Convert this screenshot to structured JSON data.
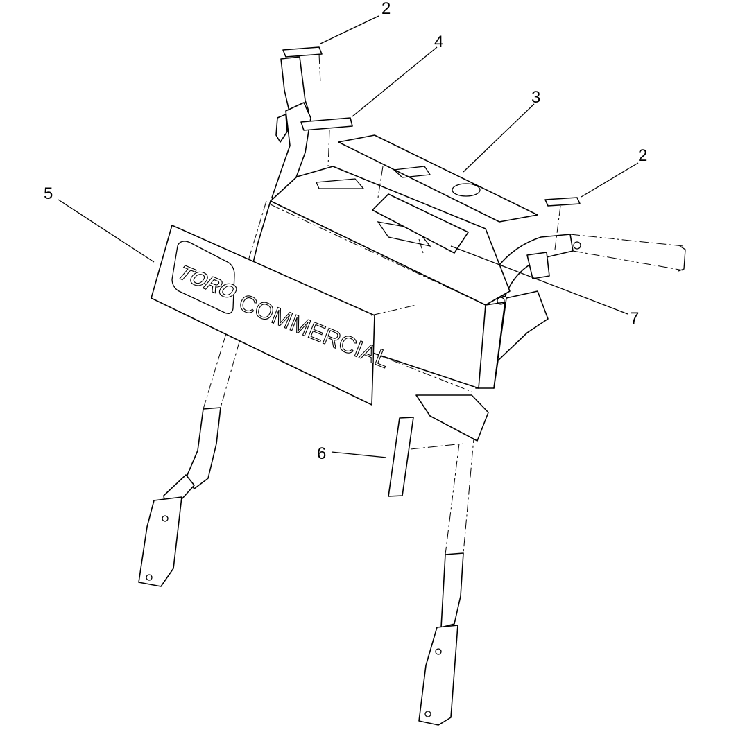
{
  "callouts": [
    {
      "id": "2",
      "label": "2"
    },
    {
      "id": "4",
      "label": "4"
    },
    {
      "id": "3",
      "label": "3"
    },
    {
      "id": "2b",
      "label": "2"
    },
    {
      "id": "5",
      "label": "5"
    },
    {
      "id": "7",
      "label": "7"
    },
    {
      "id": "6",
      "label": "6"
    }
  ],
  "decal": {
    "brand": "TORO",
    "line": "COMMERCIAL"
  },
  "colors": {
    "ink": "#000000",
    "paper": "#ffffff"
  }
}
